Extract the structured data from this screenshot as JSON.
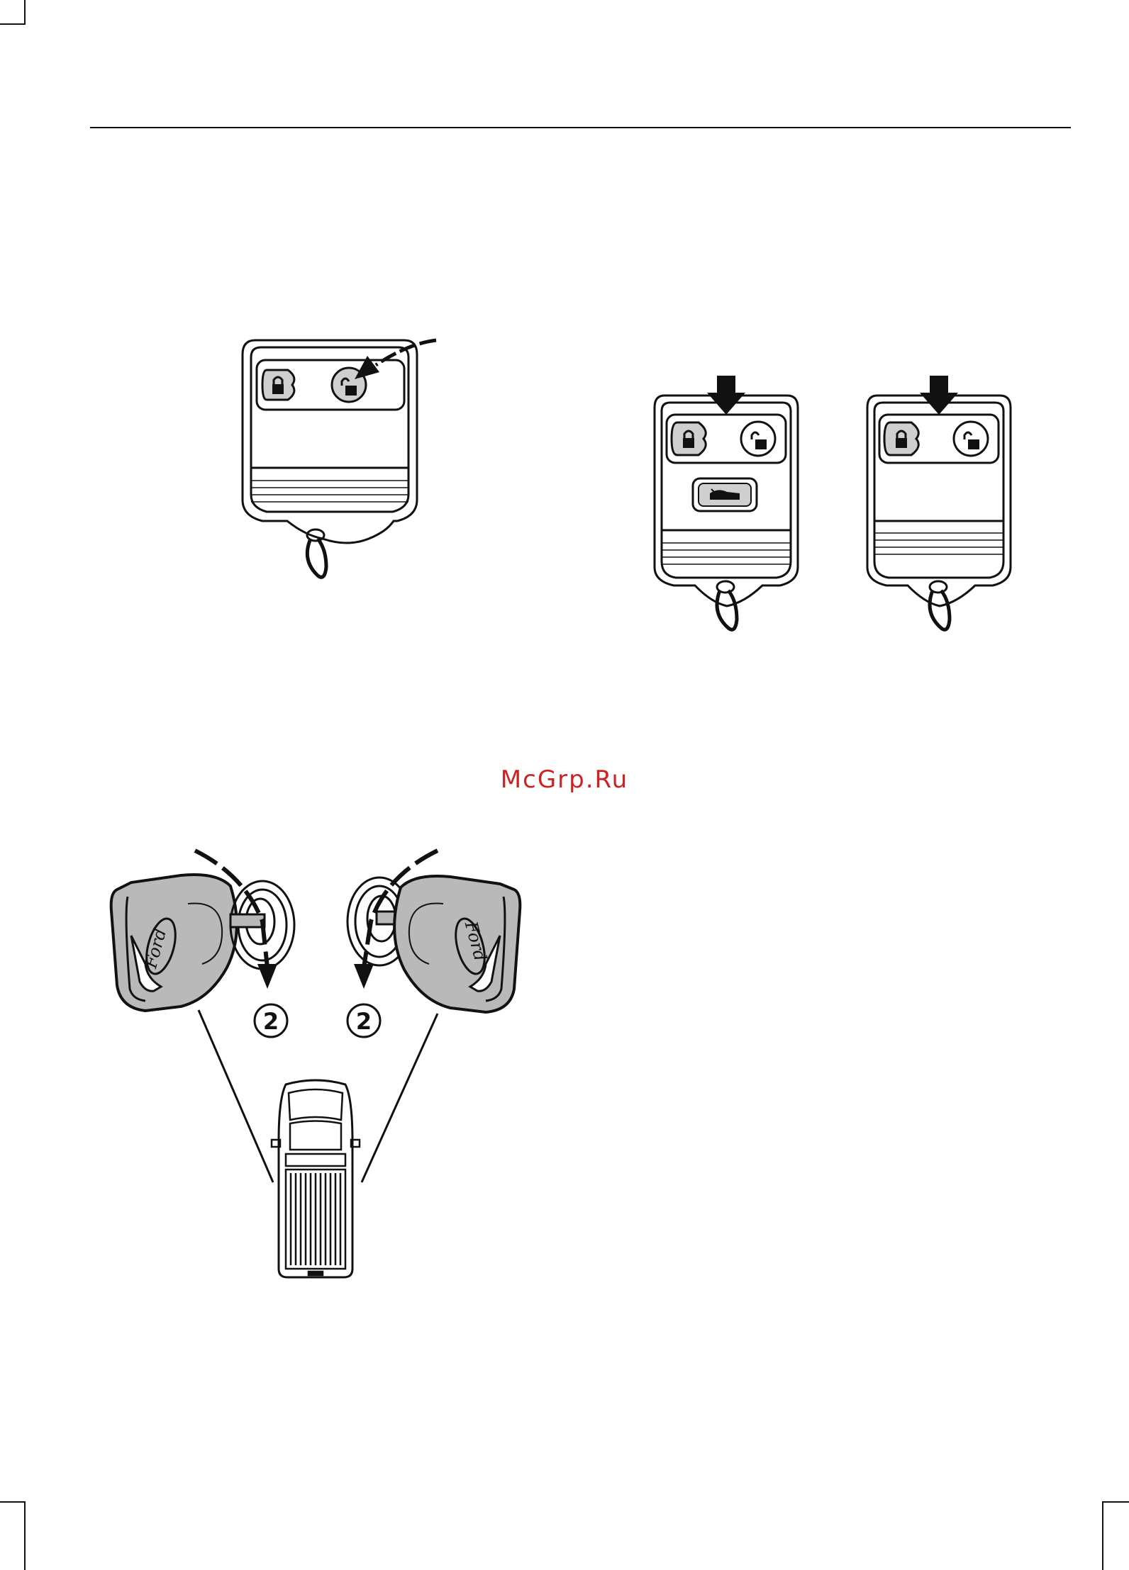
{
  "page": {
    "watermark": "McGrp.Ru",
    "watermark_color": "#cc2222",
    "line_color": "#111111",
    "button_fill": "#cfcfcf",
    "key_fill": "#b9b9b9"
  },
  "figures": {
    "remote_unlock": {
      "icons": [
        "lock-icon",
        "unlock-icon",
        "curved-arrow-icon"
      ]
    },
    "remote_lock_three_button": {
      "icons": [
        "lock-icon",
        "unlock-icon",
        "trunk-icon",
        "down-arrow-icon"
      ]
    },
    "remote_lock_two_button": {
      "icons": [
        "lock-icon",
        "unlock-icon",
        "down-arrow-icon"
      ]
    },
    "key_turn": {
      "left_callout": "2",
      "right_callout": "2",
      "brand": "Ford"
    }
  }
}
